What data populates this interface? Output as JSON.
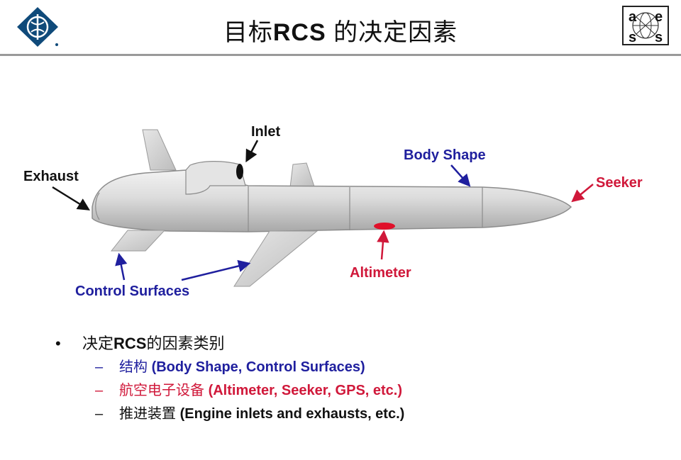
{
  "title": {
    "prefix": "目标",
    "bold": "RCS",
    "suffix": " 的决定因素"
  },
  "logo_right_letters": [
    "a",
    "e",
    "s",
    "s"
  ],
  "labels": {
    "inlet": "Inlet",
    "exhaust": "Exhaust",
    "body_shape": "Body Shape",
    "seeker": "Seeker",
    "altimeter": "Altimeter",
    "control_surfaces": "Control Surfaces"
  },
  "bullets": {
    "main": {
      "cn1": "决定",
      "bold": "RCS",
      "cn2": "的因素类别"
    },
    "items": [
      {
        "cn": "结构 ",
        "en": "(Body Shape, Control Surfaces)",
        "color": "#1f1f9e"
      },
      {
        "cn": "航空电子设备 ",
        "en": "(Altimeter, Seeker, GPS, etc.)",
        "color": "#d0183a"
      },
      {
        "cn": "推进装置 ",
        "en": "(Engine inlets and exhausts, etc.)",
        "color": "#111111"
      }
    ]
  },
  "colors": {
    "blue": "#1f1f9e",
    "red": "#d0183a",
    "dark": "#111111"
  }
}
